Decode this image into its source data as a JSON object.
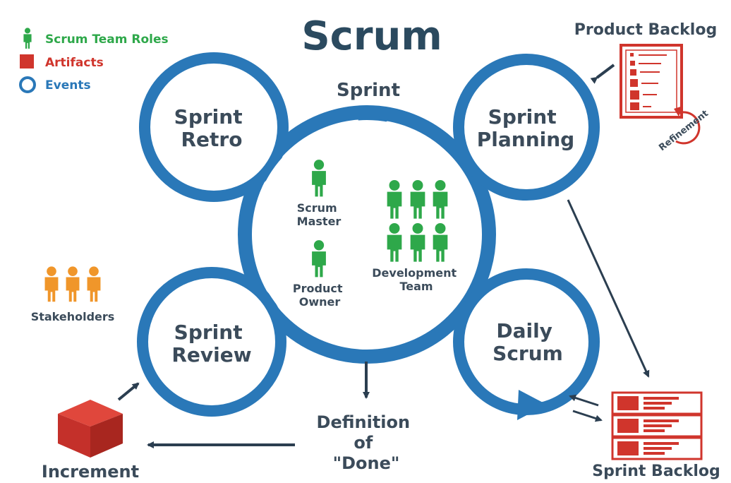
{
  "title": "Scrum",
  "legend": [
    {
      "label": "Scrum Team Roles",
      "color": "#2ea84a",
      "icon": "person-icon"
    },
    {
      "label": "Artifacts",
      "color": "#d0352c",
      "icon": "square-icon"
    },
    {
      "label": "Events",
      "color": "#2a78b8",
      "icon": "circle-icon"
    }
  ],
  "events": {
    "sprint": "Sprint",
    "retro": [
      "Sprint",
      "Retro"
    ],
    "planning": [
      "Sprint",
      "Planning"
    ],
    "review": [
      "Sprint",
      "Review"
    ],
    "daily": [
      "Daily",
      "Scrum"
    ]
  },
  "roles": {
    "scrum_master": [
      "Scrum",
      "Master"
    ],
    "product_owner": [
      "Product",
      "Owner"
    ],
    "dev_team": [
      "Development",
      "Team"
    ],
    "stakeholders": "Stakeholders"
  },
  "artifacts": {
    "product_backlog": "Product Backlog",
    "refinement": "Refinement",
    "sprint_backlog": "Sprint Backlog",
    "increment": "Increment"
  },
  "definition_of_done": [
    "Definition",
    "of",
    "\"Done\""
  ],
  "colors": {
    "event_blue": "#2a78b8",
    "title_navy": "#2b4a5f",
    "text_dark": "#3b4b5a",
    "role_green": "#2ea84a",
    "artifact_red": "#d0352c",
    "stakeholder_orange": "#f0962a"
  }
}
